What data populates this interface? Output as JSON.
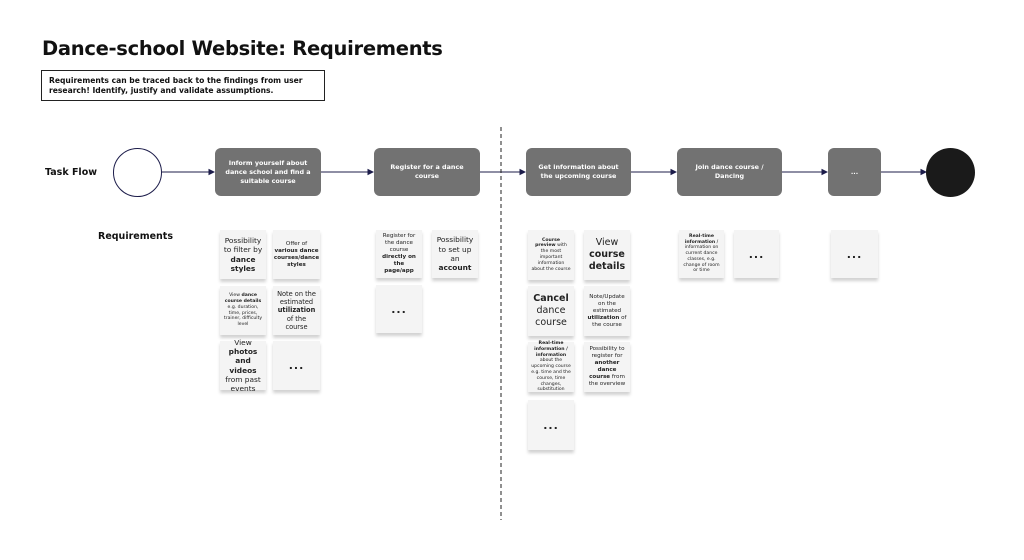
{
  "title": "Dance-school Website: Requirements",
  "note": "Requirements can be traced back to the findings from user research! Identify, justify and validate assumptions.",
  "labels": {
    "task_flow": "Task Flow",
    "requirements": "Requirements"
  },
  "steps": [
    "Inform yourself about dance school and find a suitable course",
    "Register for a dance course",
    "Get information about the upcoming course",
    "Join dance course / Dancing",
    "..."
  ],
  "requirements": {
    "inform": [
      "Possibility to filter by dance styles",
      "Offer of various dance courses/dance styles",
      "View dance course details e.g. duration, time, prices, trainer, difficulty level",
      "Note on the estimated utilization of the course",
      "View photos and videos from past events",
      "..."
    ],
    "register": [
      "Register for the dance course directly on the page/app",
      "Possibility to set up an account",
      "..."
    ],
    "info": [
      "Course preview with the most important information about the course",
      "View course details",
      "Cancel dance course",
      "Note/Update on the estimated utilization of the course",
      "Real-time information / information about the upcoming course e.g. time and the course, time changes, substitution",
      "Possibility to register for another dance course from the overview",
      "..."
    ],
    "join": [
      "Real-time information / information on current dance classes, e.g. change of room or time",
      "..."
    ],
    "more": [
      "..."
    ]
  }
}
